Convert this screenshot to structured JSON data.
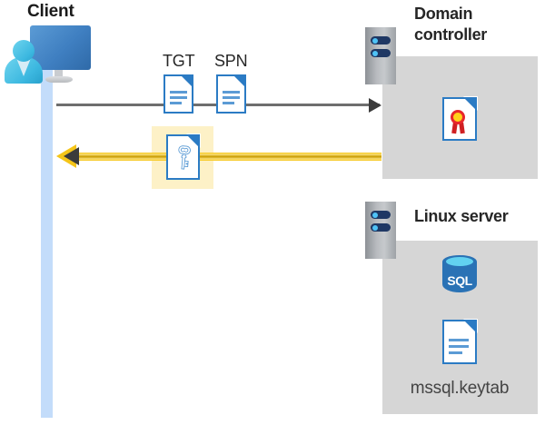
{
  "diagram": {
    "title_client": "Client",
    "labels": {
      "tgt": "TGT",
      "spn": "SPN",
      "domain_controller": "Domain controller",
      "linux_server": "Linux server",
      "keytab_file": "mssql.keytab",
      "sql_text": "SQL"
    },
    "icons": {
      "client": "client-workstation-icon",
      "server_rack": "server-rack-icon",
      "tgt_doc": "document-icon",
      "spn_doc": "document-icon",
      "key_doc": "key-document-icon",
      "cert_doc": "certificate-document-icon",
      "sql_db": "sql-database-icon",
      "keytab_doc": "document-icon"
    },
    "arrows": [
      {
        "name": "request-arrow",
        "direction": "right",
        "color": "#6e6e6e"
      },
      {
        "name": "response-arrow",
        "direction": "left",
        "color": "#f5c518"
      }
    ],
    "colors": {
      "panel_gray": "#d6d6d6",
      "lifeline_blue": "#c3dcfa",
      "highlight_yellow": "#fdf1c7",
      "accent_blue": "#2b7bc4",
      "arrow_yellow": "#f5c518",
      "arrow_gray": "#6e6e6e",
      "rack_navy": "#1f3864",
      "cert_red": "#e8262a",
      "cert_gold": "#ffd11a",
      "sql_blue": "#2a72b5"
    }
  }
}
